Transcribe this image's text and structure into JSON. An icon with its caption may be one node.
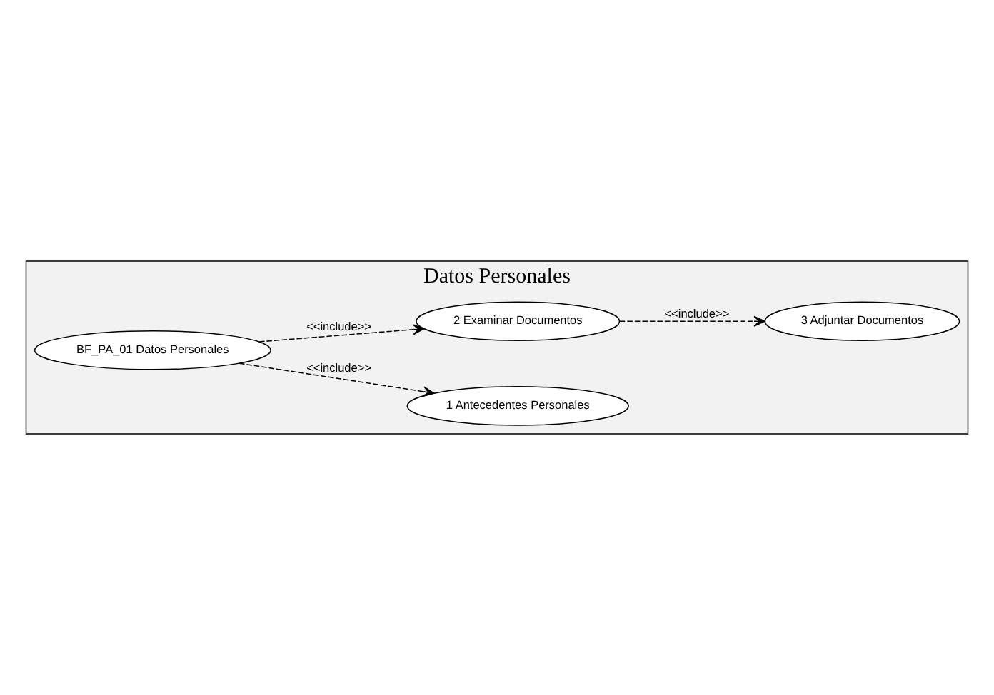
{
  "diagram": {
    "nodes": [
      {
        "text": [
          "Datos Personales"
        ]
      },
      {
        "text": [
          "BF_PA_01 Datos Personales"
        ],
        "in": 0
      },
      {
        "text": [
          "1 Antecedentes Personales"
        ],
        "in": 0
      },
      {
        "text": [
          "2 Examinar Documentos"
        ],
        "in": 0
      },
      {
        "text": [
          "3 Adjuntar Documentos"
        ],
        "in": 0
      }
    ],
    "edges": [
      {
        "from": 1,
        "to": 2,
        "arrow": "to",
        "label": "<<include>>",
        "style": "dashed"
      },
      {
        "from": 1,
        "to": 3,
        "arrow": "to",
        "label": "<<include>>",
        "style": "dashed"
      },
      {
        "from": 3,
        "to": 4,
        "arrow": "to",
        "label": "<<include>>",
        "style": "dashed"
      }
    ]
  }
}
